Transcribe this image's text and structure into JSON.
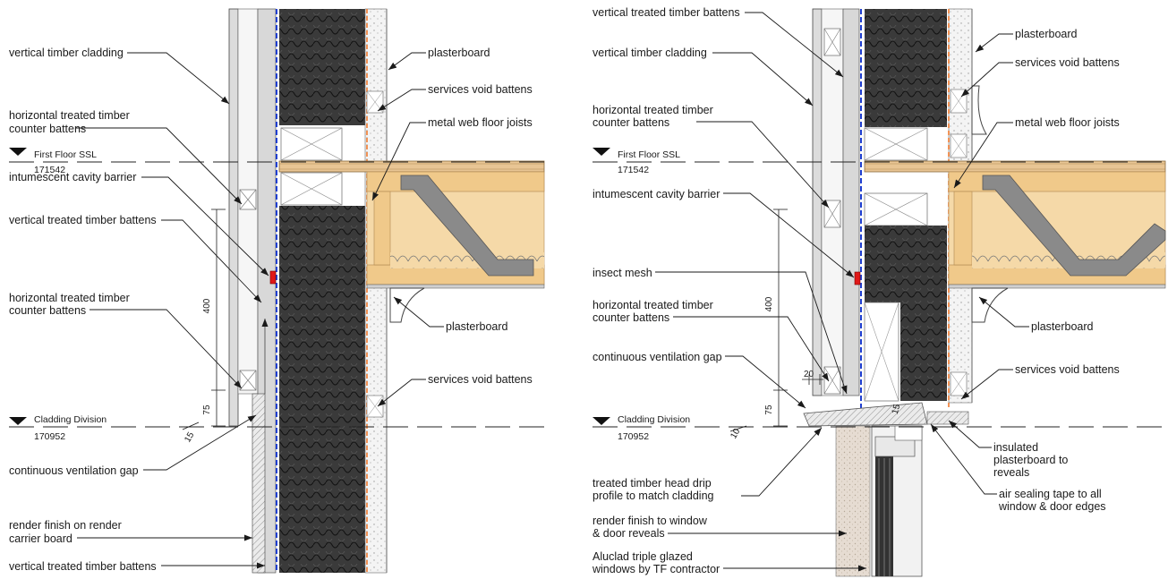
{
  "left_detail": {
    "labels": {
      "cladding": "vertical timber cladding",
      "counter_battens_top": [
        "horizontal treated timber",
        "counter battens"
      ],
      "cavity_barrier": "intumescent cavity barrier",
      "battens_mid": "vertical treated timber battens",
      "counter_battens_mid": [
        "horizontal treated timber",
        "counter battens"
      ],
      "ventilation_gap": "continuous ventilation gap",
      "render_finish": [
        "render finish on render",
        "carrier board"
      ],
      "battens_bottom": "vertical treated timber battens",
      "plasterboard_top": "plasterboard",
      "services_void_top": "services void battens",
      "floor_joists": "metal web floor joists",
      "plasterboard_mid": "plasterboard",
      "services_void_bottom": "services void battens"
    },
    "levels": {
      "first_floor": {
        "name": "First Floor SSL",
        "value": "171542"
      },
      "cladding_division": {
        "name": "Cladding Division",
        "value": "170952"
      }
    },
    "dimensions": {
      "d400": "400",
      "d75": "75",
      "d15": "15"
    }
  },
  "right_detail": {
    "labels": {
      "battens_top": "vertical treated timber battens",
      "cladding": "vertical timber cladding",
      "counter_battens_top": [
        "horizontal treated timber",
        "counter battens"
      ],
      "cavity_barrier": "intumescent cavity barrier",
      "insect_mesh": "insect mesh",
      "counter_battens_mid": [
        "horizontal treated timber",
        "counter battens"
      ],
      "ventilation_gap": "continuous ventilation gap",
      "head_drip": [
        "treated timber head drip",
        "profile to match cladding"
      ],
      "render_finish": [
        "render finish to window",
        "& door reveals"
      ],
      "windows": [
        "Aluclad triple glazed",
        "windows by TF contractor"
      ],
      "plasterboard_top": "plasterboard",
      "services_void_top": "services void battens",
      "floor_joists": "metal web floor joists",
      "plasterboard_mid": "plasterboard",
      "services_void_bottom": "services void battens",
      "insulated_plasterboard": [
        "insulated",
        "plasterboard to",
        "reveals"
      ],
      "air_sealing": [
        "air sealing tape to all",
        "window & door edges"
      ]
    },
    "levels": {
      "first_floor": {
        "name": "First Floor SSL",
        "value": "171542"
      },
      "cladding_division": {
        "name": "Cladding Division",
        "value": "170952"
      }
    },
    "dimensions": {
      "d400": "400",
      "d20": "20",
      "d75": "75",
      "d15": "15",
      "d10": "10"
    }
  },
  "colors": {
    "insulation": "#3a3a3a",
    "timber": "#f5d9a8",
    "membrane": "#1f3fd1",
    "fire_line": "#f07a2e",
    "cavity_barrier": "#e01818",
    "steel_web": "#8a8a8a",
    "render": "#e6dcd2"
  }
}
